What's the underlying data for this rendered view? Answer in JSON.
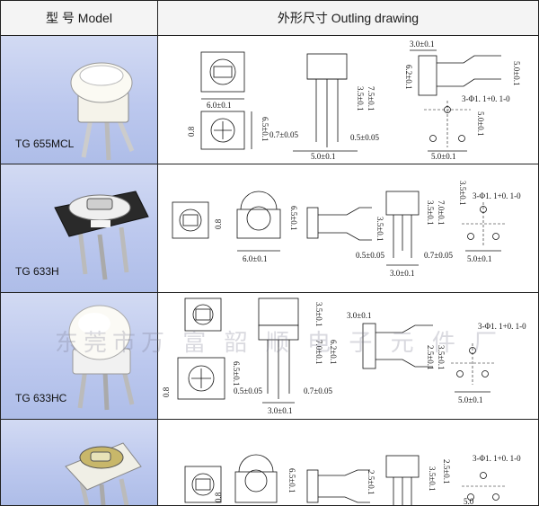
{
  "header": {
    "model_col": "型  号  Model",
    "drawing_col": "外形尺寸  Outling drawing"
  },
  "rows": [
    {
      "model": "TG 655MCL",
      "dims": {
        "d1": "6.0±0.1",
        "d2": "6.5±0.1",
        "d3": "0.8",
        "d4": "3.5±0.1",
        "d5": "7.5±0.1",
        "d6": "0.7±0.05",
        "d7": "0.5±0.05",
        "d8": "5.0±0.1",
        "d9": "3.0±0.1",
        "d10": "6.2±0.1",
        "d11": "5.0±0.1",
        "d12": "3-Φ1. 1+0. 1-0",
        "d13": "5.0±0.1",
        "d14": "5.0±0.1"
      }
    },
    {
      "model": "TG 633H",
      "dims": {
        "d1": "0.8",
        "d2": "6.0±0.1",
        "d3": "6.5±0.1",
        "d4": "3.5±0.1",
        "d5": "3.5±0.1",
        "d6": "7.0±0.1",
        "d7": "0.5±0.05",
        "d8": "0.7±0.05",
        "d9": "3.0±0.1",
        "d10": "3.5±0.1",
        "d11": "3-Φ1. 1+0. 1-0",
        "d12": "5.0±0.1"
      }
    },
    {
      "model": "TG 633HC",
      "dims": {
        "d1": "0.8",
        "d2": "6.5±0.1",
        "d3": "3.5±0.1",
        "d4": "7.0±0.1",
        "d5": "6.2±0.1",
        "d6": "3.0±0.1",
        "d7": "0.5±0.05",
        "d8": "0.7±0.05",
        "d9": "3.0±0.1",
        "d10": "2.5±0.1",
        "d11": "3.5±0.1",
        "d12": "3-Φ1. 1+0. 1-0",
        "d13": "5.0±0.1"
      }
    },
    {
      "model": "",
      "dims": {
        "d1": "6.5±0.1",
        "d2": "0.8",
        "d3": "2.5±0.1",
        "d4": "3.5±0.1",
        "d5": "2.5±0.1",
        "d6": "3-Φ1. 1+0. 1-0",
        "d7": "5.0"
      }
    }
  ],
  "watermark": "东莞市万  富  韶  顺  电  子  元  件  厂"
}
